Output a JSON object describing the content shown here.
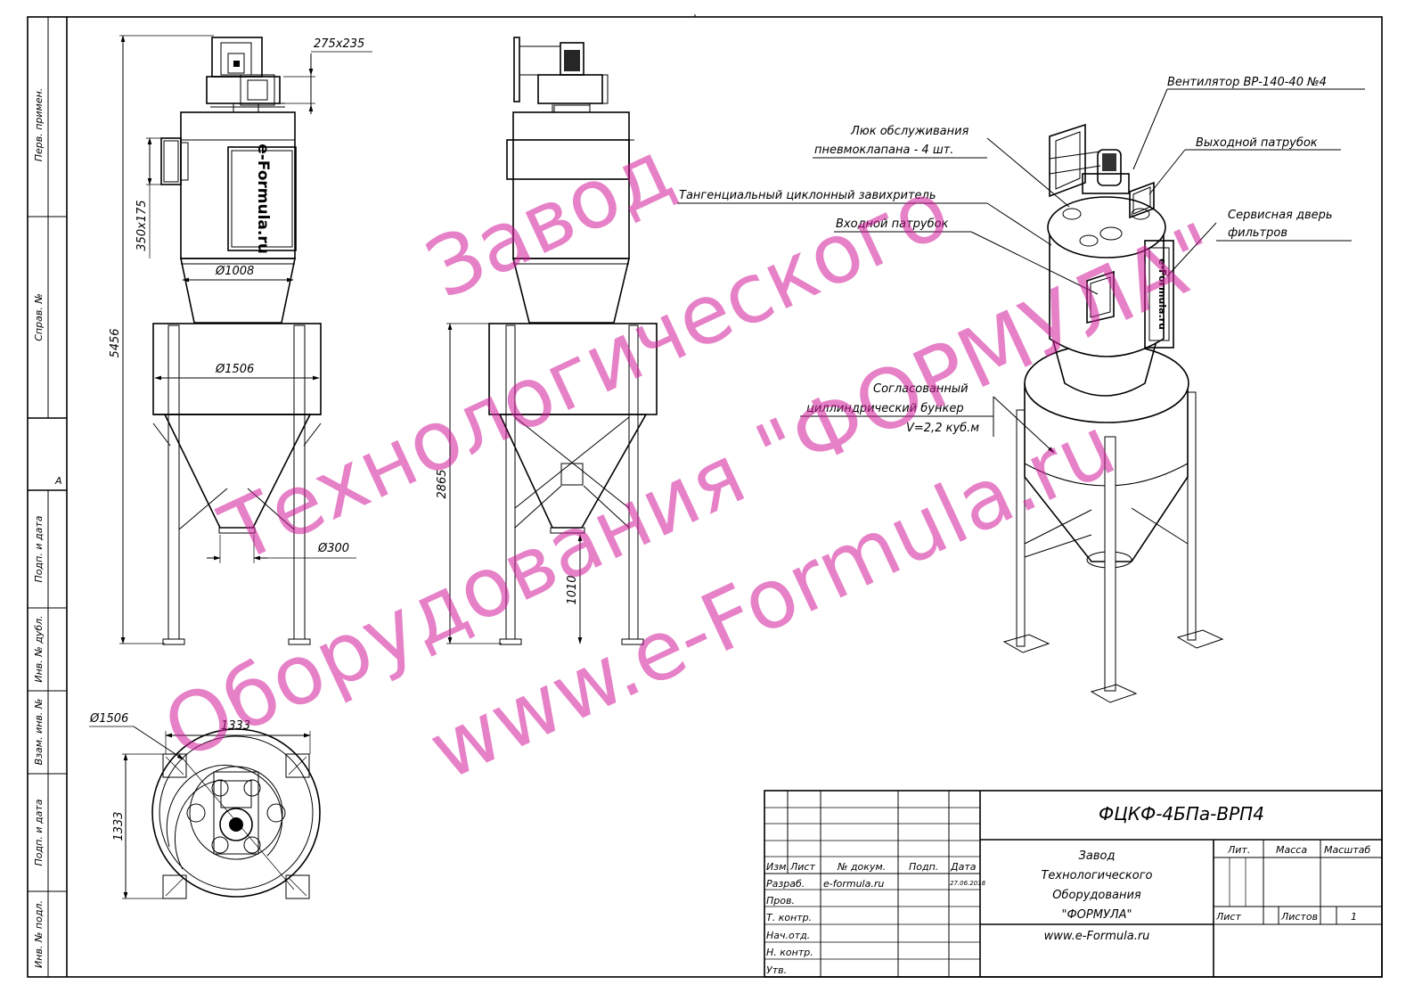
{
  "drawing": {
    "code": "ФЦКФ-4БПа-ВРП4",
    "company_lines": [
      "Завод",
      "Технологического",
      "Оборудования",
      "\"ФОРМУЛА\""
    ],
    "website": "www.e-Formula.ru",
    "logo_text": "e-Formula.ru",
    "sheet_letter": "A",
    "accent_color": "#d21c9c"
  },
  "left_margin": {
    "labels": [
      "Перв. примен.",
      "Справ. №",
      "Подп. и дата",
      "Инв. № дубл.",
      "Взам. инв. №",
      "Подп. и дата",
      "Инв. № подл."
    ]
  },
  "dimensions": {
    "front": [
      "275x235",
      "350x175",
      "5456",
      "Ø1008",
      "Ø1506",
      "Ø300"
    ],
    "side": [
      "2865",
      "1010"
    ],
    "top": [
      "Ø1506",
      "1333",
      "1333"
    ]
  },
  "callouts": [
    "Вентилятор ВР-140-40 №4",
    "Люк обслуживания",
    "пневмоклапана - 4 шт.",
    "Выходной патрубок",
    "Тангенциальный циклонный завихритель",
    "Входной патрубок",
    "Сервисная дверь",
    "фильтров",
    "Согласованный",
    "циллиндрический бункер",
    "V=2,2 куб.м"
  ],
  "title_block": {
    "headers": [
      "Изм.",
      "Лист",
      "№ докум.",
      "Подп.",
      "Дата"
    ],
    "rows": [
      "Разраб.",
      "Пров.",
      "Т. контр.",
      "Нач.отд.",
      "Н. контр.",
      "Утв."
    ],
    "developer": "e-formula.ru",
    "date": "27.06.2018",
    "lit_label": "Лит.",
    "mass_label": "Масса",
    "scale_label": "Масштаб",
    "sheet_label": "Лист",
    "sheets_label": "Листов",
    "sheets_value": "1"
  },
  "watermark": {
    "line1": "Завод",
    "line2": "Технологического",
    "line3": "Оборудования \"ФОРМУЛА\"",
    "line4": "www.e-Formula.ru"
  }
}
